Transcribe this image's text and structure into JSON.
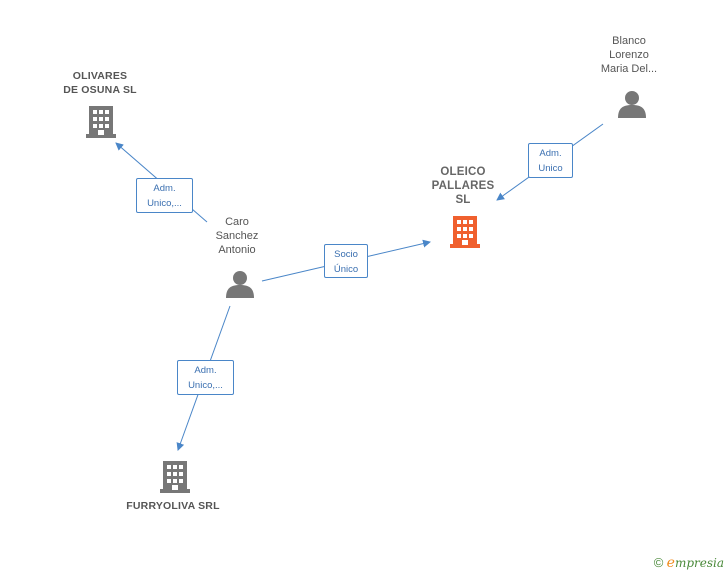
{
  "nodes": {
    "olivares": {
      "type": "company",
      "label_lines": [
        "OLIVARES",
        "DE OSUNA  SL"
      ]
    },
    "oleico": {
      "type": "company",
      "label_lines": [
        "OLEICO",
        "PALLARES",
        "SL"
      ]
    },
    "furryoliva": {
      "type": "company",
      "label_lines": [
        "FURRYOLIVA SRL"
      ]
    },
    "caro": {
      "type": "person",
      "label_lines": [
        "Caro",
        "Sanchez",
        "Antonio"
      ]
    },
    "blanco": {
      "type": "person",
      "label_lines": [
        "Blanco",
        "Lorenzo",
        "Maria Del..."
      ]
    }
  },
  "edges": {
    "caro_olivares": {
      "lines": [
        "Adm.",
        "Unico,..."
      ]
    },
    "caro_oleico": {
      "lines": [
        "Socio",
        "Único"
      ]
    },
    "caro_furryoliva": {
      "lines": [
        "Adm.",
        "Unico,..."
      ]
    },
    "blanco_oleico": {
      "lines": [
        "Adm.",
        "Unico"
      ]
    }
  },
  "colors": {
    "edge": "#4a86c8",
    "company": "#777777",
    "company_main": "#f0602e",
    "person": "#777777"
  },
  "brand": {
    "symbol": "©",
    "initial": "e",
    "rest": "mpresia"
  }
}
